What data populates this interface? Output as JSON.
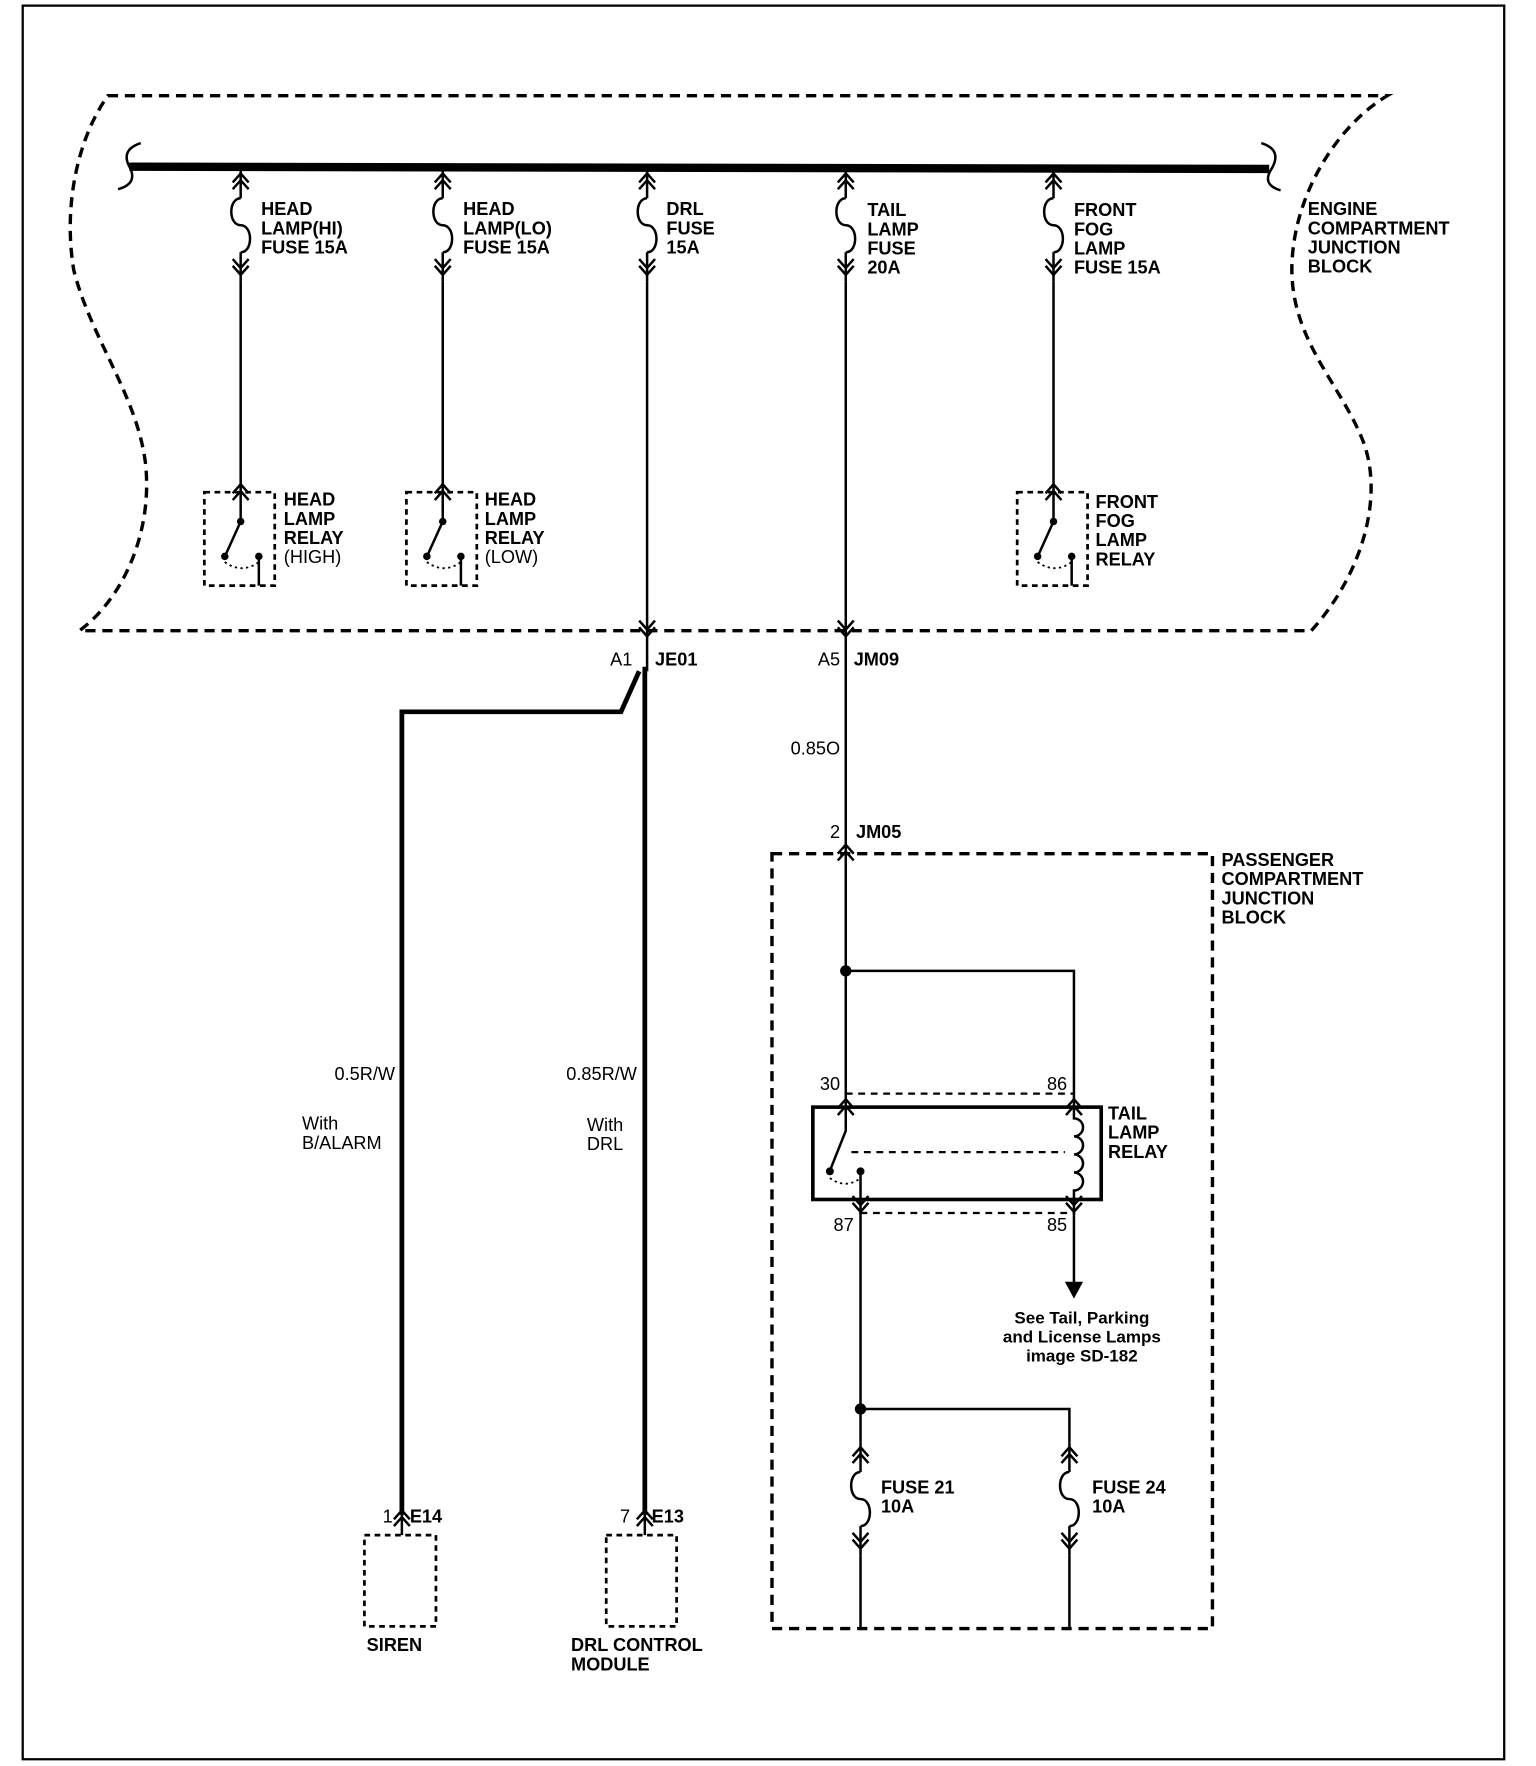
{
  "engine_block": {
    "label": [
      "ENGINE",
      "COMPARTMENT",
      "JUNCTION",
      "BLOCK"
    ],
    "fuses": [
      {
        "lines": [
          "HEAD",
          "LAMP(HI)",
          "FUSE 15A"
        ]
      },
      {
        "lines": [
          "HEAD",
          "LAMP(LO)",
          "FUSE 15A"
        ]
      },
      {
        "lines": [
          "DRL",
          "FUSE",
          "15A"
        ]
      },
      {
        "lines": [
          "TAIL",
          "LAMP",
          "FUSE",
          "20A"
        ]
      },
      {
        "lines": [
          "FRONT",
          "FOG",
          "LAMP",
          "FUSE 15A"
        ]
      }
    ],
    "relays": [
      {
        "lines": [
          "HEAD",
          "LAMP",
          "RELAY",
          "(HIGH)"
        ]
      },
      {
        "lines": [
          "HEAD",
          "LAMP",
          "RELAY",
          "(LOW)"
        ]
      },
      {
        "lines": [
          "FRONT",
          "FOG",
          "LAMP",
          "RELAY"
        ]
      }
    ]
  },
  "connectors": {
    "je01": {
      "pin": "A1",
      "id": "JE01"
    },
    "jm09": {
      "pin": "A5",
      "id": "JM09"
    },
    "jm05": {
      "pin": "2",
      "id": "JM05"
    },
    "e14": {
      "pin": "1",
      "id": "E14"
    },
    "e13": {
      "pin": "7",
      "id": "E13"
    }
  },
  "wires": {
    "tail_feed": {
      "spec": "0.85O"
    },
    "siren_feed": {
      "spec": "0.5R/W",
      "option": [
        "With",
        "B/ALARM"
      ]
    },
    "drl_feed": {
      "spec": "0.85R/W",
      "option": [
        "With",
        "DRL"
      ]
    }
  },
  "passenger_block": {
    "label": [
      "PASSENGER",
      "COMPARTMENT",
      "JUNCTION",
      "BLOCK"
    ],
    "tail_lamp_relay": {
      "lines": [
        "TAIL",
        "LAMP",
        "RELAY"
      ],
      "terminals": {
        "t30": "30",
        "t86": "86",
        "t87": "87",
        "t85": "85"
      }
    },
    "reference_note": [
      "See Tail, Parking",
      "and License Lamps",
      "image SD-182"
    ],
    "fuses": [
      {
        "lines": [
          "FUSE 21",
          "10A"
        ]
      },
      {
        "lines": [
          "FUSE 24",
          "10A"
        ]
      }
    ]
  },
  "components": {
    "siren": {
      "label": "SIREN"
    },
    "drl_module": {
      "lines": [
        "DRL CONTROL",
        "MODULE"
      ]
    }
  }
}
